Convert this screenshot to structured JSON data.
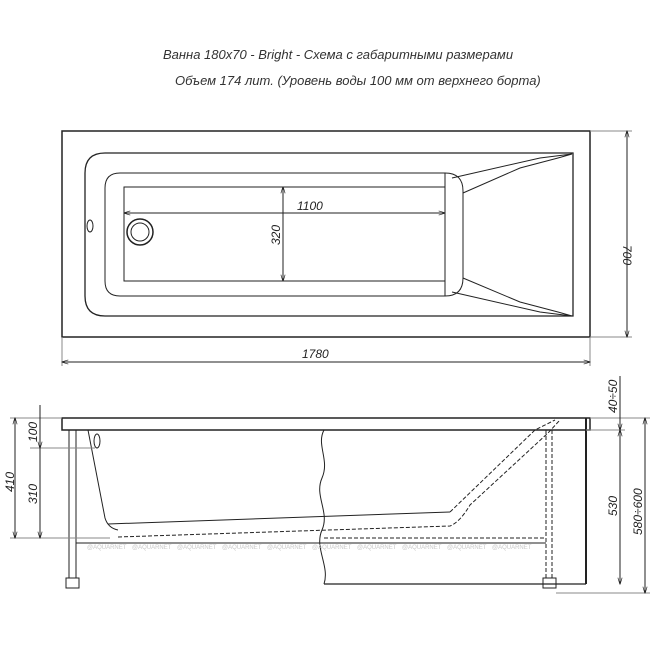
{
  "title": {
    "line1": "Ванна 180x70 - Bright - Схема с габаритными размерами",
    "line2": "Объем 174 лит. (Уровень воды 100 мм от верхнего борта)"
  },
  "top_view": {
    "dims": {
      "length": "1780",
      "width": "700",
      "floor_length": "1100",
      "floor_width": "320"
    }
  },
  "side_view": {
    "dims": {
      "total_depth": "410",
      "water_gap": "100",
      "water_depth": "310",
      "panel_height": "530",
      "total_height": "580÷600",
      "leg_adjust": "40÷50"
    },
    "watermark": "@AQUARNET"
  },
  "colors": {
    "line": "#222222",
    "watermark": "#c8c8c8"
  }
}
